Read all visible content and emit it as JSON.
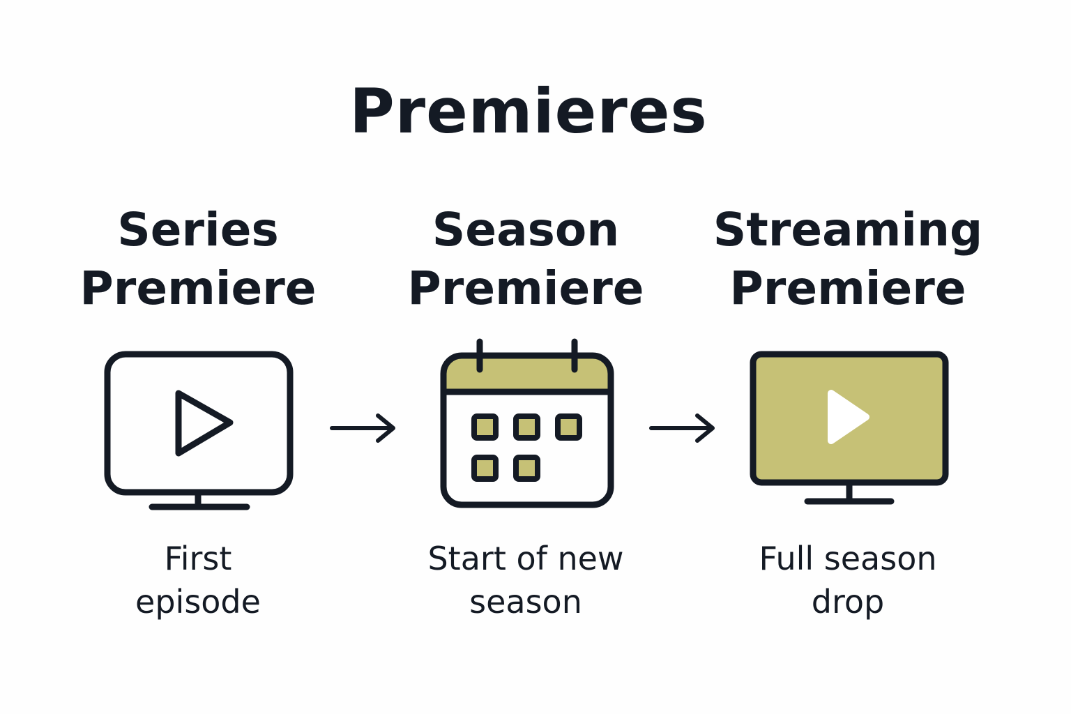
{
  "title": "Premieres",
  "colors": {
    "ink": "#141a24",
    "accent": "#c6c176",
    "background": "#fefefe"
  },
  "steps": [
    {
      "title_line1": "Series",
      "title_line2": "Premiere",
      "desc_line1": "First",
      "desc_line2": "episode",
      "icon": "tv-play-outline-icon"
    },
    {
      "title_line1": "Season",
      "title_line2": "Premiere",
      "desc_line1": "Start of new",
      "desc_line2": "season",
      "icon": "calendar-icon"
    },
    {
      "title_line1": "Streaming",
      "title_line2": "Premiere",
      "desc_line1": "Full season",
      "desc_line2": "drop",
      "icon": "tv-play-filled-icon"
    }
  ],
  "connectors": [
    "arrow-right-icon",
    "arrow-right-icon"
  ]
}
